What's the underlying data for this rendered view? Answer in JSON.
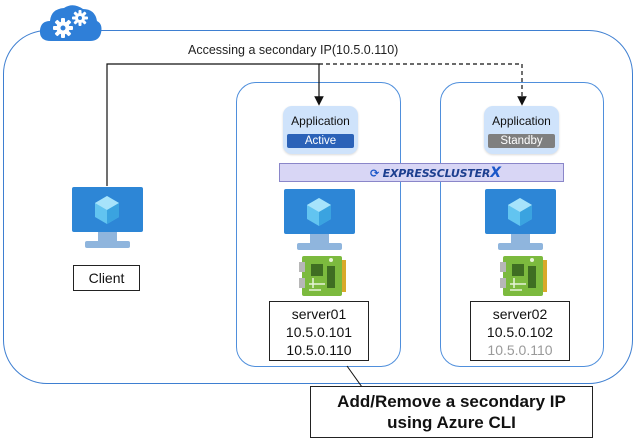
{
  "diagram": {
    "access_label": "Accessing a secondary IP(10.5.0.110)",
    "cluster_label": {
      "prefix": "EXPRESSCLUSTER",
      "suffix": "X"
    },
    "client": {
      "label": "Client"
    },
    "servers": [
      {
        "app_label": "Application",
        "status": "Active",
        "name": "server01",
        "ip_primary": "10.5.0.101",
        "ip_secondary": "10.5.0.110"
      },
      {
        "app_label": "Application",
        "status": "Standby",
        "name": "server02",
        "ip_primary": "10.5.0.102",
        "ip_secondary": "10.5.0.110"
      }
    ],
    "callout": {
      "line1": "Add/Remove a secondary IP",
      "line2": "using Azure CLI"
    },
    "colors": {
      "frame": "#3e7fd1",
      "active": "#2b62b8",
      "standby": "#7f7f7f",
      "app_box": "#cfe3fb",
      "cluster_bar": "#d8d6f5",
      "monitor": "#2d86d6",
      "board": "#7cba3e"
    },
    "icons": [
      "cloud-gear-icon",
      "virtual-machine-icon",
      "circuit-board-icon"
    ]
  }
}
